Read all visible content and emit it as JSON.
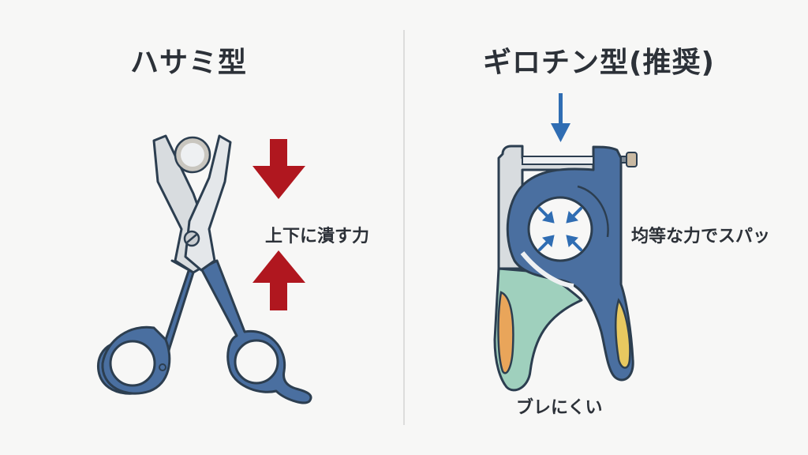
{
  "left_panel": {
    "title": "ハサミ型",
    "force_label": "上下に潰す力",
    "icons": [
      "scissors-clipper-icon",
      "arrow-down-icon",
      "arrow-up-icon"
    ]
  },
  "right_panel": {
    "title": "ギロチン型(推奨)",
    "even_force_label": "均等な力でスパッ",
    "stability_label": "ブレにくい",
    "icons": [
      "guillotine-clipper-icon",
      "arrow-down-icon",
      "inward-arrows-icon"
    ]
  },
  "colors": {
    "tool_blue": "#4a6fa0",
    "outline": "#2c3e50",
    "blade_gray": "#d8dcdf",
    "red_arrow": "#b0171f",
    "blue_arrow": "#2f6db3",
    "grip_green": "#9fd0bd",
    "grip_orange": "#e9a55a",
    "grip_yellow": "#e8c860",
    "divider": "#dcdcdc"
  }
}
